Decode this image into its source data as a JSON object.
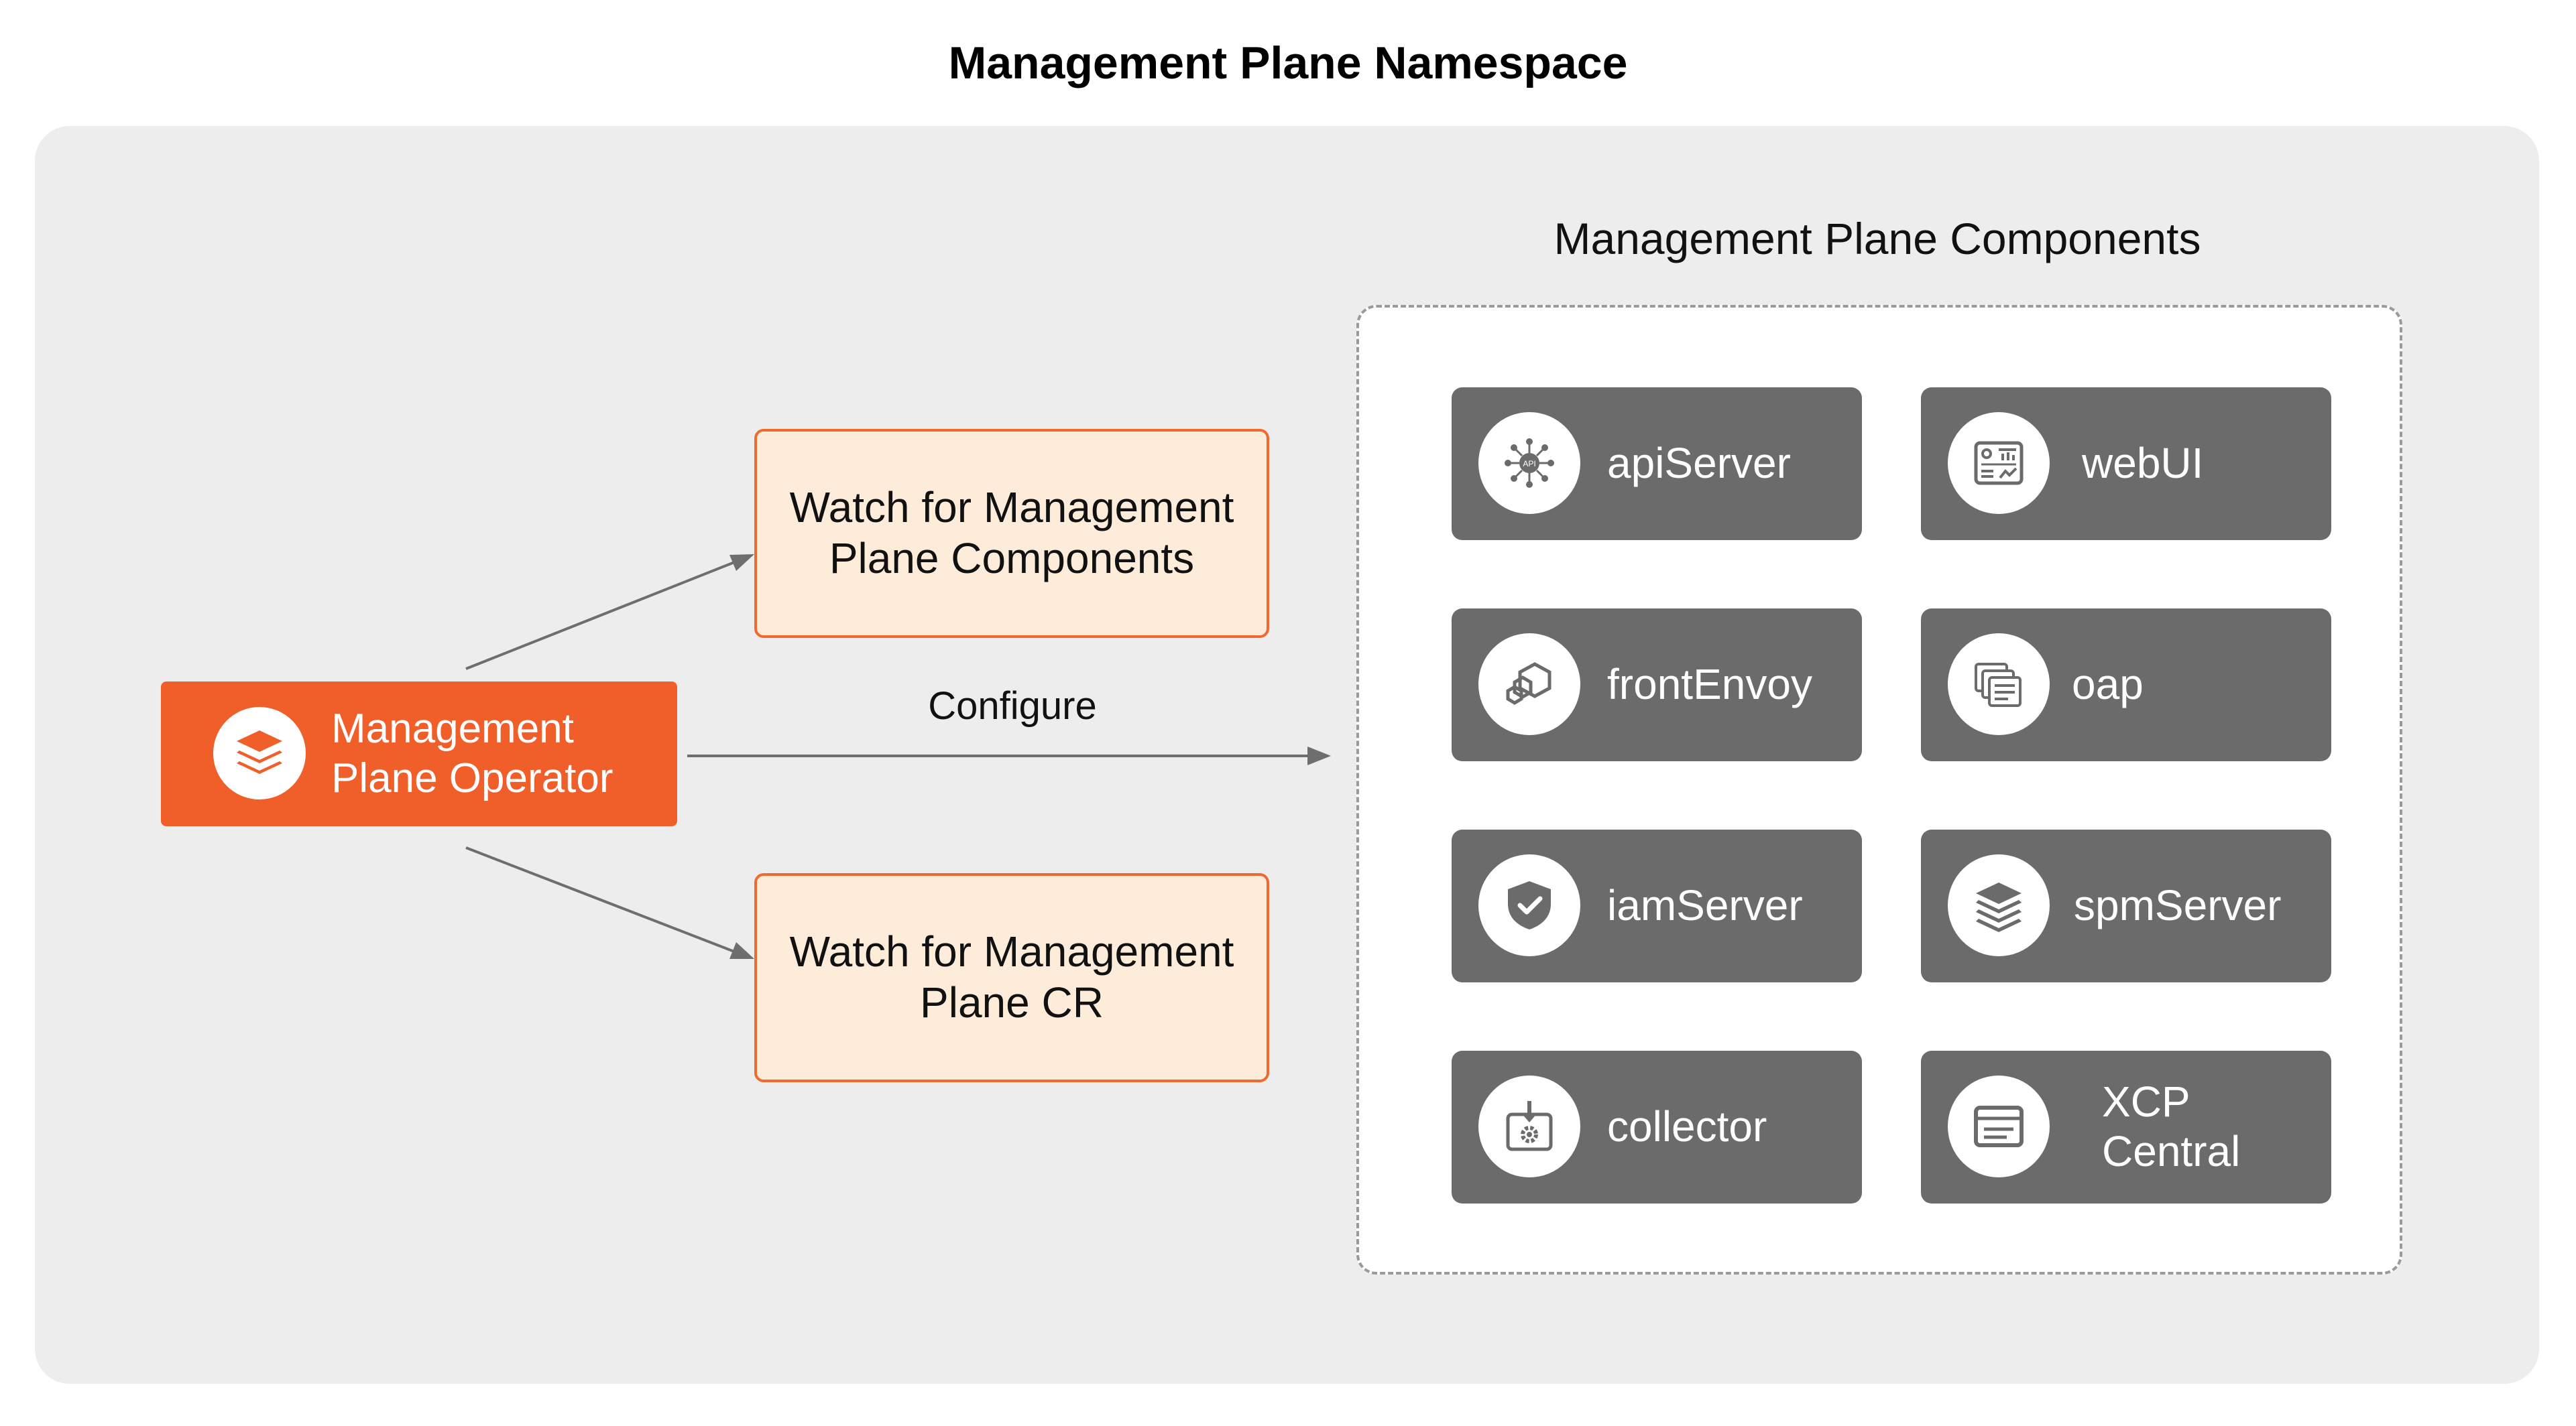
{
  "diagram": {
    "title": "Management Plane Namespace",
    "components_title": "Management Plane Components",
    "operator": {
      "label": "Management\nPlane Operator",
      "icon": "layers-icon"
    },
    "watch_components": "Watch for Management\nPlane Components",
    "watch_cr": "Watch for Management\nPlane CR",
    "configure_label": "Configure",
    "components": [
      {
        "label": "apiServer",
        "icon": "api-icon"
      },
      {
        "label": "webUI",
        "icon": "dashboard-icon"
      },
      {
        "label": "frontEnvoy",
        "icon": "cubes-icon"
      },
      {
        "label": "oap",
        "icon": "files-icon"
      },
      {
        "label": "iamServer",
        "icon": "shield-check-icon"
      },
      {
        "label": "spmServer",
        "icon": "stack-icon"
      },
      {
        "label": "collector",
        "icon": "download-gear-icon"
      },
      {
        "label": "XCP\nCentral",
        "icon": "window-icon"
      }
    ],
    "colors": {
      "operator": "#f05e2a",
      "watch_fill": "#fdecda",
      "watch_border": "#f0692e",
      "component_fill": "#6b6b6b",
      "namespace_fill": "#ededed"
    }
  }
}
